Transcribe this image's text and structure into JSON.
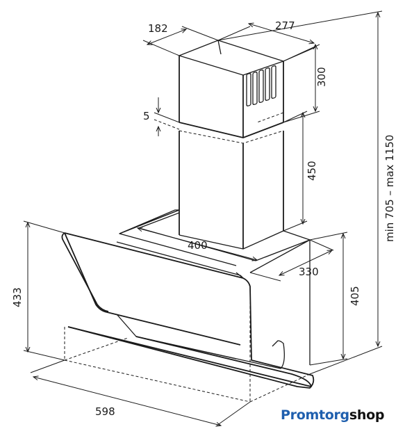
{
  "dimensions": {
    "chimney_depth": "182",
    "chimney_width": "277",
    "chimney_upper_height": "300",
    "overlap": "5",
    "chimney_lower_height": "450",
    "canopy_width": "400",
    "canopy_depth": "330",
    "total_height": "min 705  – max 1150",
    "panel_height": "433",
    "body_height": "405",
    "total_width": "598"
  },
  "brand": {
    "part1": "Promtorg",
    "part2": "shop",
    "color1": "#1f5fae",
    "color2": "#111111"
  }
}
